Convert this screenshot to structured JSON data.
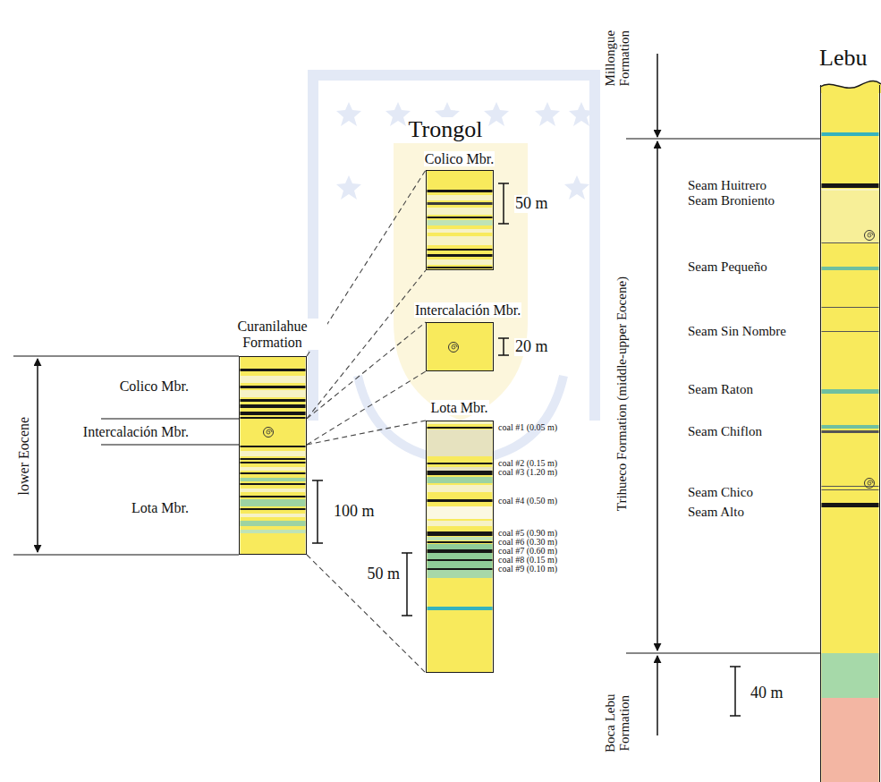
{
  "diagram": {
    "nodes": [
      {
        "text": [
          "Curanilahue Formation"
        ]
      },
      {
        "text": [
          "Colico Mbr."
        ]
      },
      {
        "text": [
          "Intercalación Mbr."
        ]
      },
      {
        "text": [
          "Lota Mbr."
        ]
      },
      {
        "text": [
          "Lebu"
        ]
      }
    ],
    "edges": [
      {
        "from": 0,
        "to": 1,
        "arrow": "none"
      },
      {
        "from": 0,
        "to": 1,
        "arrow": "none"
      },
      {
        "from": 0,
        "to": 2,
        "arrow": "none"
      },
      {
        "from": 0,
        "to": 2,
        "arrow": "none"
      },
      {
        "from": 0,
        "to": 3,
        "arrow": "none"
      },
      {
        "from": 0,
        "to": 3,
        "arrow": "none"
      }
    ],
    "labels": [
      "lower Eocene",
      "Colico Mbr.",
      "Intercalación Mbr.",
      "Lota Mbr.",
      "100 m",
      "Trongol",
      "50 m",
      "20 m",
      "coal #1 (0.05 m)",
      "coal #2 (0.15 m)",
      "coal #3 (1.20 m)",
      "coal #4 (0.50 m)",
      "coal #5 (0.90 m)",
      "coal #6 (0.30 m)",
      "coal #7 (0.60 m)",
      "coal #8 (0.15 m)",
      "coal #9 (0.10 m)",
      "50 m",
      "Millongue Formation",
      "Trihueco Formation (middle-upper Eocene)",
      "Boca Lebu Formation",
      "Seam Huitrero",
      "Seam Broniento",
      "Seam Pequeño",
      "Seam Sin Nombre",
      "Seam Raton",
      "Seam Chiflon",
      "Seam Chico",
      "Seam Alto",
      "40 m"
    ]
  }
}
